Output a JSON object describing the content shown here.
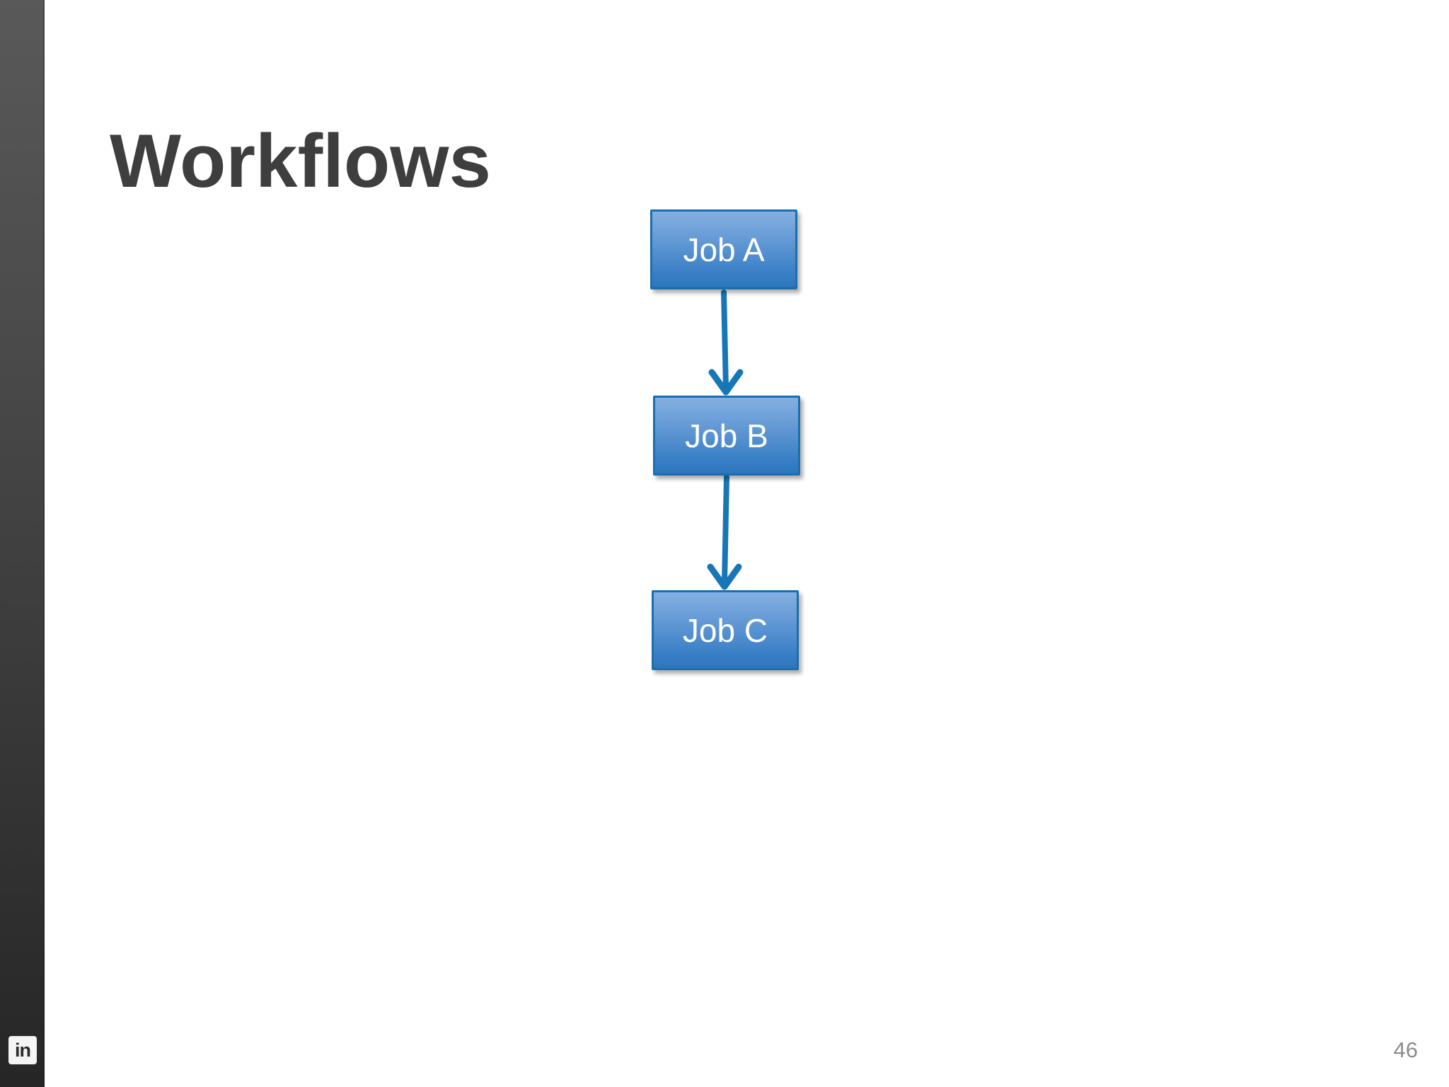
{
  "slide": {
    "title": "Workflows",
    "page_number": "46"
  },
  "branding": {
    "logo_name": "linkedin-logo",
    "logo_text": "in"
  },
  "diagram": {
    "type": "flowchart",
    "direction": "top-down",
    "nodes": [
      {
        "id": "job-a",
        "label": "Job A"
      },
      {
        "id": "job-b",
        "label": "Job B"
      },
      {
        "id": "job-c",
        "label": "Job C"
      }
    ],
    "edges": [
      {
        "from": "job-a",
        "to": "job-b"
      },
      {
        "from": "job-b",
        "to": "job-c"
      }
    ],
    "colors": {
      "node_fill_top": "#84B0E1",
      "node_fill_bottom": "#2C76BD",
      "node_border": "#1A6FAE",
      "node_label": "#FFFFFF",
      "arrow": "#1777B6",
      "title_text": "#3E3E3E",
      "sidebar_top": "#595959",
      "sidebar_bottom": "#262626",
      "page_number_text": "#8C8C8C"
    }
  }
}
